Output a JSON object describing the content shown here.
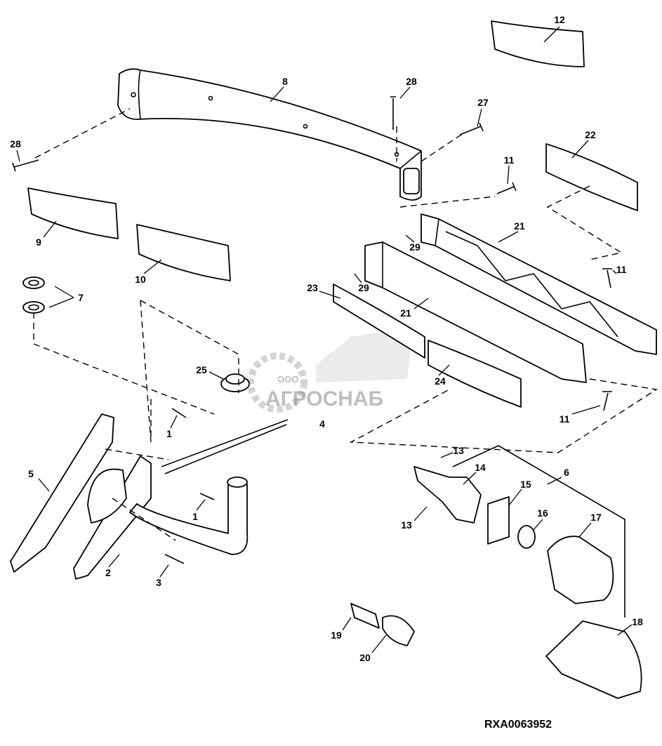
{
  "diagram": {
    "reference_code": "RXA0063952",
    "watermark": {
      "company_prefix": "ООО",
      "company_name": "АГРОСНАБ"
    },
    "callouts": [
      "12",
      "8",
      "28",
      "27",
      "28",
      "22",
      "11",
      "21",
      "29",
      "9",
      "10",
      "11",
      "7",
      "23",
      "29",
      "21",
      "25",
      "24",
      "4",
      "1",
      "11",
      "5",
      "13",
      "14",
      "6",
      "15",
      "1",
      "16",
      "17",
      "13",
      "2",
      "3",
      "18",
      "19",
      "20"
    ]
  }
}
